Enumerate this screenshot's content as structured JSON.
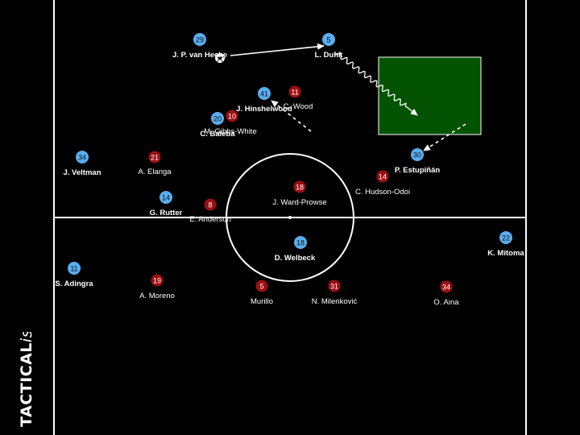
{
  "brand": {
    "main": "TACTICAL",
    "suffix": "ista"
  },
  "colors": {
    "blue": "#5aaef0",
    "red": "#9e0f12",
    "zone": "#035303"
  },
  "players": [
    {
      "team": "blue",
      "number": "29",
      "name": "J. P. van Hecke"
    },
    {
      "team": "blue",
      "number": "5",
      "name": "L. Dunk"
    },
    {
      "team": "blue",
      "number": "41",
      "name": "J. Hinshelwood"
    },
    {
      "team": "red",
      "number": "11",
      "name": "C. Wood"
    },
    {
      "team": "red",
      "number": "10",
      "name": "M. Gibbs-White"
    },
    {
      "team": "blue",
      "number": "20",
      "name": "C. Baleba"
    },
    {
      "team": "blue",
      "number": "34",
      "name": "J. Veltman"
    },
    {
      "team": "red",
      "number": "21",
      "name": "A. Elanga"
    },
    {
      "team": "blue",
      "number": "30",
      "name": "P. Estupiñán"
    },
    {
      "team": "red",
      "number": "14",
      "name": "C. Hudson-Odoi"
    },
    {
      "team": "red",
      "number": "18",
      "name": "J. Ward-Prowse"
    },
    {
      "team": "blue",
      "number": "14",
      "name": "G. Rutter"
    },
    {
      "team": "red",
      "number": "8",
      "name": "E. Anderson"
    },
    {
      "team": "blue",
      "number": "22",
      "name": "K. Mitoma"
    },
    {
      "team": "blue",
      "number": "18",
      "name": "D. Welbeck"
    },
    {
      "team": "blue",
      "number": "11",
      "name": "S. Adingra"
    },
    {
      "team": "red",
      "number": "19",
      "name": "A. Moreno"
    },
    {
      "team": "red",
      "number": "5",
      "name": "Murillo"
    },
    {
      "team": "red",
      "number": "31",
      "name": "N. Milenković"
    },
    {
      "team": "red",
      "number": "34",
      "name": "O. Aina"
    }
  ],
  "ball": {
    "icon": "football-icon"
  }
}
